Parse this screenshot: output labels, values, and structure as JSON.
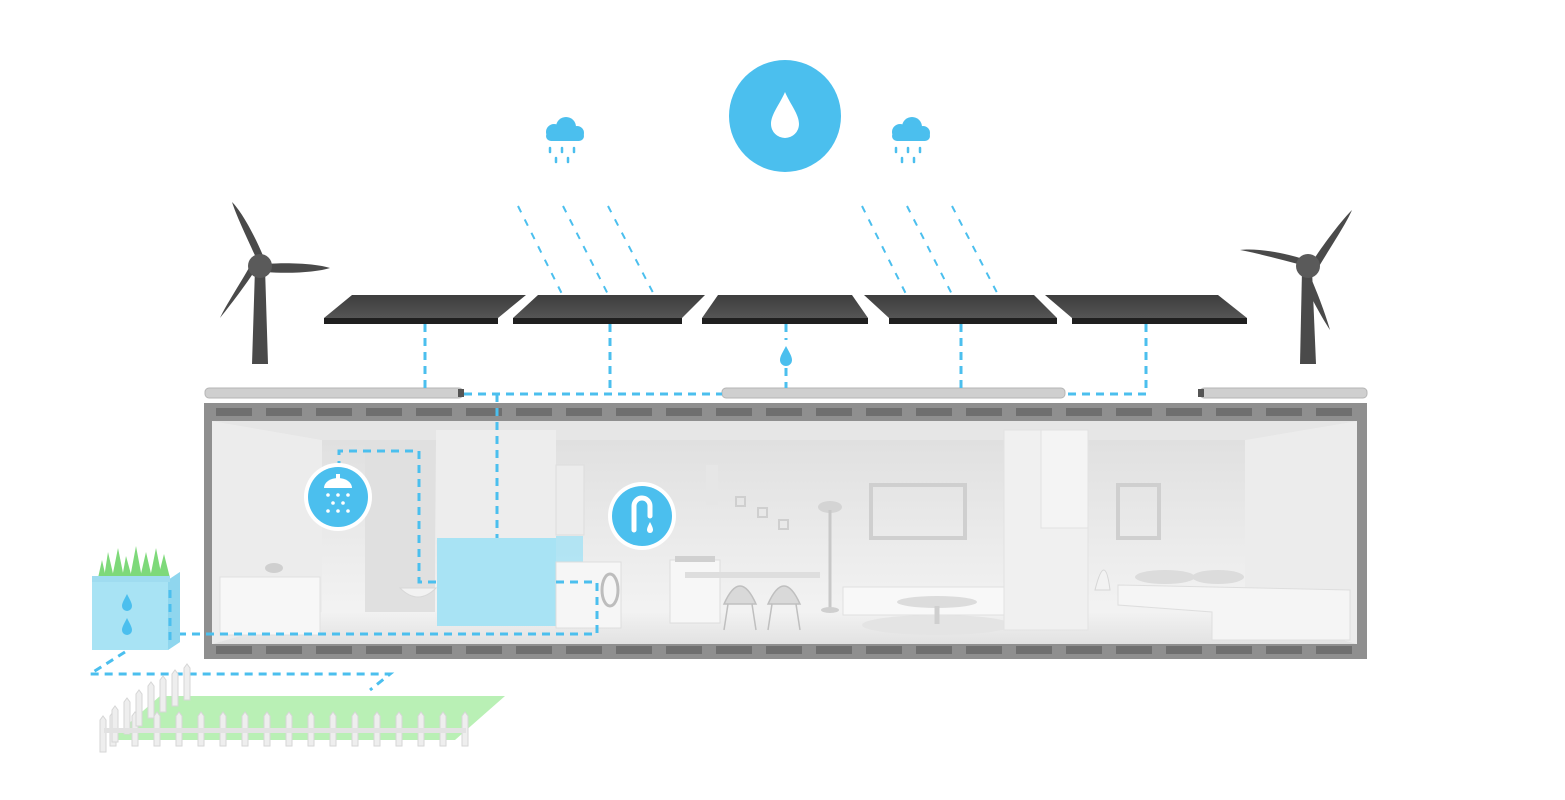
{
  "diagram": {
    "colors": {
      "water": "#4BBFEE",
      "water_tank": "#A8E3F4",
      "panel": "#3a3a3a",
      "panel_edge": "#1f1f1f",
      "turbine": "#4a4a4a",
      "house_frame": "#8f8f8f",
      "house_wall": "#e9e9e9",
      "house_floor": "#f3f3f3",
      "grass": "#7ed97a",
      "lawn": "#b9f0b5",
      "fence": "#eeeeee"
    },
    "icons": {
      "main": "water-drop-icon",
      "clouds": [
        "rain-cloud-icon",
        "rain-cloud-icon"
      ],
      "shower": "shower-icon",
      "tap": "faucet-icon",
      "planter_drops": "water-drop-icon",
      "turbines": [
        "wind-turbine-icon",
        "wind-turbine-icon"
      ],
      "panels": [
        "solar-panel",
        "solar-panel",
        "solar-panel",
        "solar-panel",
        "solar-panel"
      ]
    }
  }
}
